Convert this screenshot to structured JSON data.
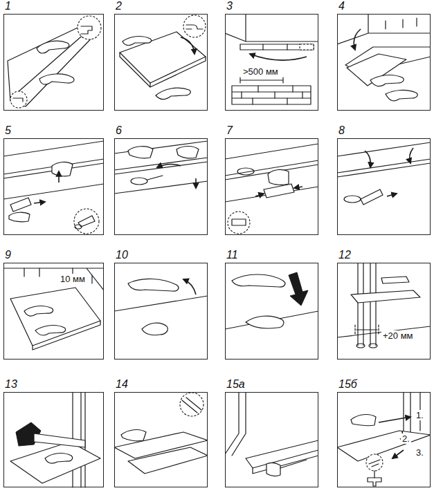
{
  "diagram": {
    "nodes": [
      {
        "text": [
          "1"
        ]
      },
      {
        "text": [
          "2"
        ]
      },
      {
        "text": [
          "3",
          ">500 мм"
        ]
      },
      {
        "text": [
          "4"
        ]
      },
      {
        "text": [
          "5"
        ]
      },
      {
        "text": [
          "6"
        ]
      },
      {
        "text": [
          "7"
        ]
      },
      {
        "text": [
          "8"
        ]
      },
      {
        "text": [
          "9",
          "10 мм"
        ]
      },
      {
        "text": [
          "10"
        ]
      },
      {
        "text": [
          "11"
        ]
      },
      {
        "text": [
          "12",
          "+20 мм"
        ]
      },
      {
        "text": [
          "13"
        ]
      },
      {
        "text": [
          "14"
        ]
      },
      {
        "text": [
          "15а"
        ]
      },
      {
        "text": [
          "15б",
          "1.",
          "2.",
          "3."
        ]
      }
    ]
  }
}
